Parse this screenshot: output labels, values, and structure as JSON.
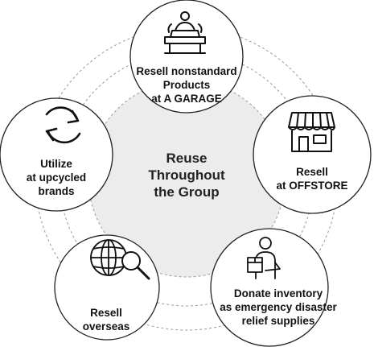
{
  "center": {
    "lines": [
      "Reuse",
      "Throughout",
      "the Group"
    ]
  },
  "nodes": {
    "top": {
      "lines": [
        "Resell nonstandard",
        "Products",
        "at A GARAGE"
      ],
      "icon": "resale-counter-icon"
    },
    "right": {
      "lines": [
        "Resell",
        "at OFFSTORE"
      ],
      "icon": "storefront-icon"
    },
    "bottom_right": {
      "lines": [
        "Donate inventory",
        "as emergency disaster",
        "relief supplies"
      ],
      "icon": "person-carrying-box-icon"
    },
    "bottom_left": {
      "lines": [
        "Resell",
        "overseas"
      ],
      "icon": "globe-magnifier-icon"
    },
    "left": {
      "lines": [
        "Utilize",
        "at upcycled",
        "brands"
      ],
      "icon": "recycle-arrows-icon"
    }
  },
  "colors": {
    "center_fill": "#ececec",
    "node_fill": "#ffffff",
    "stroke": "#222222",
    "ring": "#9a9a9a"
  }
}
